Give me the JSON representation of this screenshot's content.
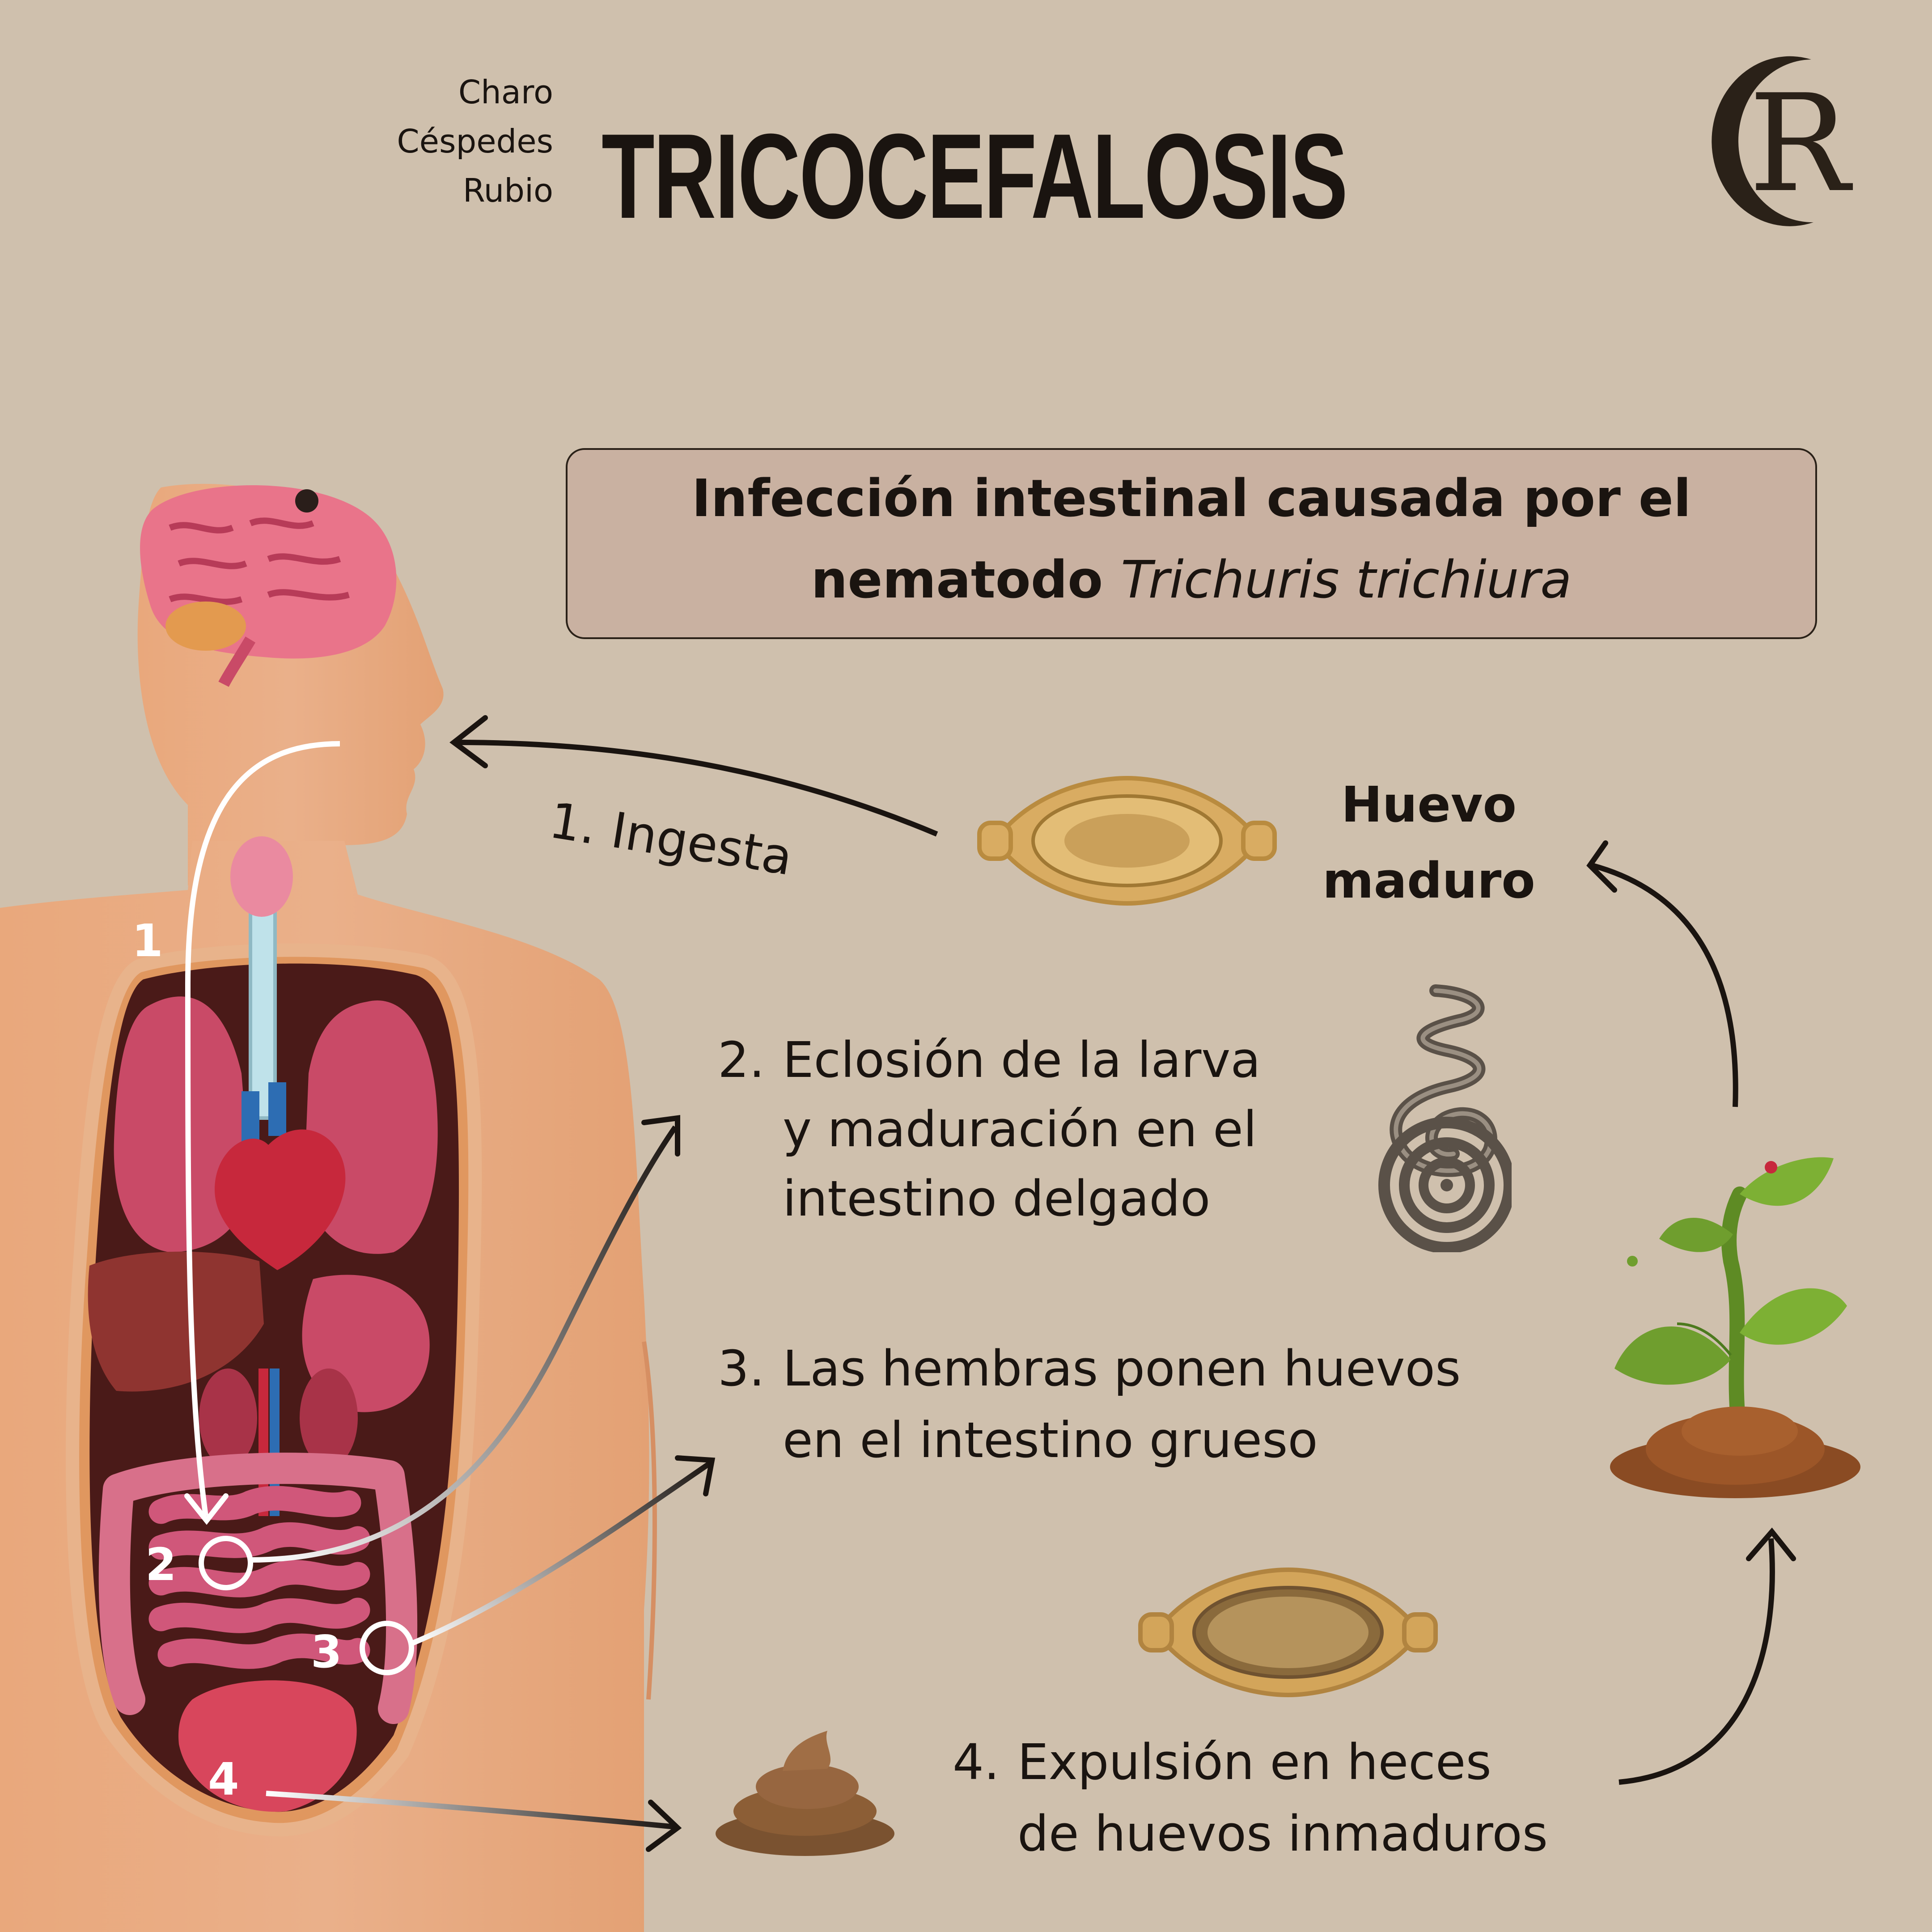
{
  "header": {
    "title": "TRICOCEFALOSIS",
    "brand": {
      "line1": "Charo",
      "line2": "Céspedes",
      "line3": "Rubio",
      "monogram": "CR"
    }
  },
  "definition": {
    "line1": "Infección intestinal causada por el",
    "line2_prefix": "nematodo ",
    "line2_species": "Trichuris trichiura"
  },
  "cycle": {
    "mature_egg_label_1": "Huevo",
    "mature_egg_label_2": "maduro",
    "step1": "1. Ingesta",
    "step2": {
      "number": "2.",
      "lines": [
        "Eclosión de la larva",
        "y maduración en el",
        "intestino delgado"
      ]
    },
    "step3": {
      "number": "3.",
      "lines": [
        "Las hembras ponen huevos",
        "en el intestino grueso"
      ]
    },
    "step4": {
      "number": "4.",
      "lines": [
        "Expulsión en heces",
        "de huevos inmaduros"
      ]
    },
    "body_markers": [
      "1",
      "2",
      "3",
      "4"
    ]
  },
  "icons": [
    "human-anatomy-illustration",
    "brain-icon",
    "heart-icon",
    "mature-egg-icon",
    "larva-worm-icon",
    "immature-egg-icon",
    "feces-icon",
    "sprout-plant-icon"
  ],
  "colors": {
    "background": "#cfc0ad",
    "definition_box": "#c9b1a1",
    "text": "#1a1410",
    "skin": "#e8a57a",
    "organ": "#c7385a",
    "egg": "#d9ac62",
    "plant": "#6f9e2e"
  }
}
